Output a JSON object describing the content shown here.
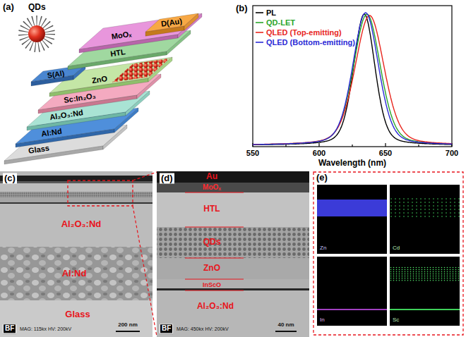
{
  "diagram": {
    "nodes": [
      {
        "text": [
          "Glass"
        ]
      },
      {
        "text": [
          "Al:Nd"
        ]
      },
      {
        "text": [
          "Al₂O₃:Nd"
        ]
      },
      {
        "text": [
          "Sc:In₂O₃"
        ]
      },
      {
        "text": [
          "ZnO"
        ]
      },
      {
        "text": [
          "S(Al)"
        ]
      },
      {
        "text": [
          "HTL"
        ]
      },
      {
        "text": [
          "MoOₓ"
        ]
      },
      {
        "text": [
          "D(Au)"
        ]
      }
    ],
    "labels": [
      "(a)",
      "QDs",
      "(b)",
      "550",
      "600",
      "650",
      "700",
      "Wavelength (nm)",
      "(c)",
      "Al₂O₃:Nd",
      "Al:Nd",
      "Glass",
      "BF",
      "MAG: 115kx HV: 200kV",
      "200 nm",
      "(d)",
      "Au",
      "MoOₓ",
      "HTL",
      "QDs",
      "ZnO",
      "InScO",
      "Al₂O₃:Nd",
      "BF",
      "MAG: 450kx HV: 200kV",
      "40 nm",
      "(e)",
      "Zn",
      "Cd",
      "In",
      "Sc"
    ],
    "legend": [
      {
        "text": "PL"
      },
      {
        "text": "QD-LET"
      },
      {
        "text": "QLED (Top-emitting)"
      },
      {
        "text": "QLED (Bottom-emitting)"
      }
    ]
  }
}
